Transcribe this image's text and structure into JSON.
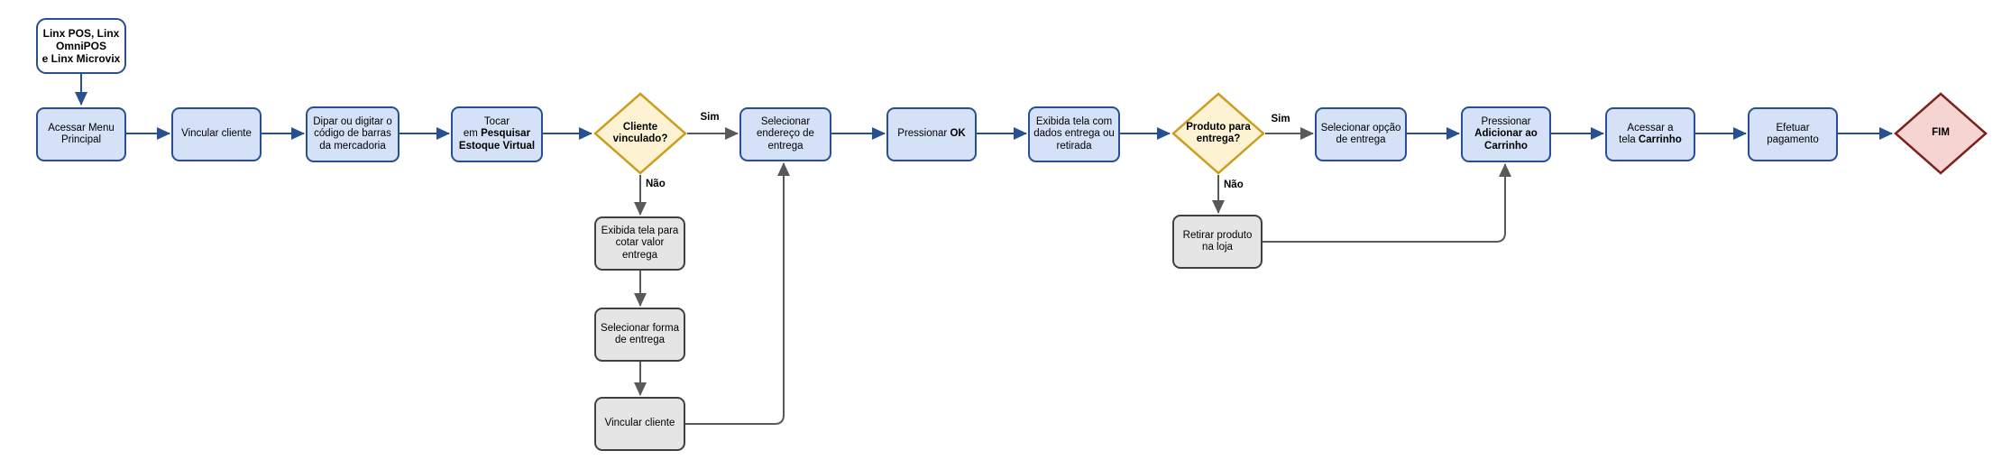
{
  "diagram": {
    "colors": {
      "process_fill": "#d4e1f7",
      "process_stroke": "#274f91",
      "alt_fill": "#e5e5e5",
      "alt_stroke": "#404040",
      "decision_fill": "#fdf2d2",
      "decision_stroke": "#cc9e1f",
      "terminal_fill": "#f6d4d2",
      "terminal_stroke": "#7c211c",
      "start_fill": "#ffffff",
      "start_stroke": "#274f91",
      "edge_primary": "#274f91",
      "edge_secondary": "#595959",
      "text": "#000000"
    },
    "nodes": [
      {
        "id": "inicio-sistemas",
        "kind": "start",
        "lines": [
          [
            {
              "t": "Linx POS, Linx",
              "b": true
            }
          ],
          [
            {
              "t": "OmniPOS",
              "b": true
            }
          ],
          [
            {
              "t": "e Linx Microvix",
              "b": true
            }
          ]
        ]
      },
      {
        "id": "acessar-menu",
        "kind": "process",
        "lines": [
          [
            {
              "t": "Acessar Menu"
            }
          ],
          [
            {
              "t": "Principal"
            }
          ]
        ]
      },
      {
        "id": "vincular-cliente",
        "kind": "process",
        "lines": [
          [
            {
              "t": "Vincular cliente"
            }
          ]
        ]
      },
      {
        "id": "dipar-codigo",
        "kind": "process",
        "lines": [
          [
            {
              "t": "Dipar ou digitar o"
            }
          ],
          [
            {
              "t": "código de barras"
            }
          ],
          [
            {
              "t": "da mercadoria"
            }
          ]
        ]
      },
      {
        "id": "pesquisar-estoque",
        "kind": "process",
        "lines": [
          [
            {
              "t": "Tocar"
            }
          ],
          [
            {
              "t": "em "
            },
            {
              "t": "Pesquisar",
              "b": true
            }
          ],
          [
            {
              "t": "Estoque Virtual",
              "b": true
            }
          ]
        ]
      },
      {
        "id": "cliente-vinculado",
        "kind": "decision",
        "lines": [
          [
            {
              "t": "Cliente",
              "b": true
            }
          ],
          [
            {
              "t": "vinculado?",
              "b": true
            }
          ]
        ]
      },
      {
        "id": "selecionar-endereco",
        "kind": "process",
        "lines": [
          [
            {
              "t": "Selecionar"
            }
          ],
          [
            {
              "t": "endereço de"
            }
          ],
          [
            {
              "t": "entrega"
            }
          ]
        ]
      },
      {
        "id": "pressionar-ok",
        "kind": "process",
        "lines": [
          [
            {
              "t": "Pressionar "
            },
            {
              "t": "OK",
              "b": true
            }
          ]
        ]
      },
      {
        "id": "tela-dados-entrega",
        "kind": "process",
        "lines": [
          [
            {
              "t": "Exibida tela com"
            }
          ],
          [
            {
              "t": "dados entrega ou"
            }
          ],
          [
            {
              "t": "retirada"
            }
          ]
        ]
      },
      {
        "id": "produto-entrega",
        "kind": "decision",
        "lines": [
          [
            {
              "t": "Produto para",
              "b": true
            }
          ],
          [
            {
              "t": "entrega?",
              "b": true
            }
          ]
        ]
      },
      {
        "id": "selecionar-opcao",
        "kind": "process",
        "lines": [
          [
            {
              "t": "Selecionar opção"
            }
          ],
          [
            {
              "t": "de entrega"
            }
          ]
        ]
      },
      {
        "id": "adicionar-carrinho",
        "kind": "process",
        "lines": [
          [
            {
              "t": "Pressionar"
            }
          ],
          [
            {
              "t": "Adicionar ao",
              "b": true
            }
          ],
          [
            {
              "t": "Carrinho",
              "b": true
            }
          ]
        ]
      },
      {
        "id": "acessar-tela-carrinho",
        "kind": "process",
        "lines": [
          [
            {
              "t": "Acessar a"
            }
          ],
          [
            {
              "t": "tela "
            },
            {
              "t": "Carrinho",
              "b": true
            }
          ]
        ]
      },
      {
        "id": "efetuar-pagamento",
        "kind": "process",
        "lines": [
          [
            {
              "t": "Efetuar"
            }
          ],
          [
            {
              "t": "pagamento"
            }
          ]
        ]
      },
      {
        "id": "fim",
        "kind": "terminal",
        "lines": [
          [
            {
              "t": "FIM",
              "b": true
            }
          ]
        ]
      },
      {
        "id": "cotar-valor-entrega",
        "kind": "alt",
        "lines": [
          [
            {
              "t": "Exibida tela para"
            }
          ],
          [
            {
              "t": "cotar valor"
            }
          ],
          [
            {
              "t": "entrega"
            }
          ]
        ]
      },
      {
        "id": "selecionar-forma-entrega",
        "kind": "alt",
        "lines": [
          [
            {
              "t": "Selecionar forma"
            }
          ],
          [
            {
              "t": "de entrega"
            }
          ]
        ]
      },
      {
        "id": "vincular-cliente-2",
        "kind": "alt",
        "lines": [
          [
            {
              "t": "Vincular cliente"
            }
          ]
        ]
      },
      {
        "id": "retirar-produto-loja",
        "kind": "alt",
        "lines": [
          [
            {
              "t": "Retirar produto"
            }
          ],
          [
            {
              "t": "na loja"
            }
          ]
        ]
      }
    ],
    "edge_labels": {
      "sim1": "Sim",
      "nao1": "Não",
      "sim2": "Sim",
      "nao2": "Não"
    }
  }
}
